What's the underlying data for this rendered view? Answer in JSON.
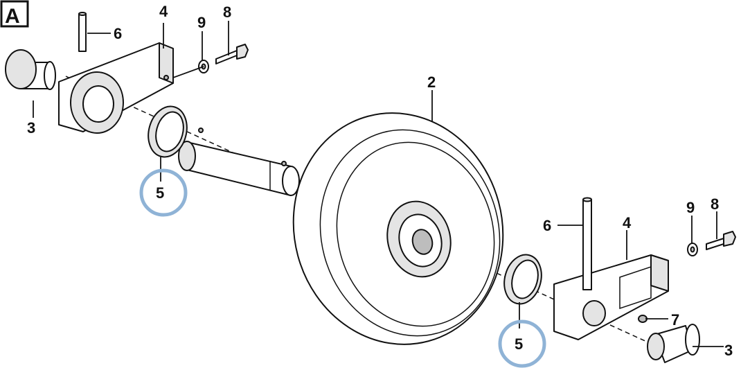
{
  "panel": {
    "letter": "A"
  },
  "callouts": {
    "idler_wheel": "2",
    "bushing_left": "3",
    "bushing_right": "3",
    "bracket_left": "4",
    "bracket_right": "4",
    "seal_left": "5",
    "seal_right": "5",
    "pin_left": "6",
    "pin_right": "6",
    "plug": "7",
    "bolt_left": "8",
    "bolt_right": "8",
    "washer_left": "9",
    "washer_right": "9"
  },
  "highlight": {
    "color": "#8fb3d6",
    "items": [
      "seal_left",
      "seal_right"
    ]
  }
}
